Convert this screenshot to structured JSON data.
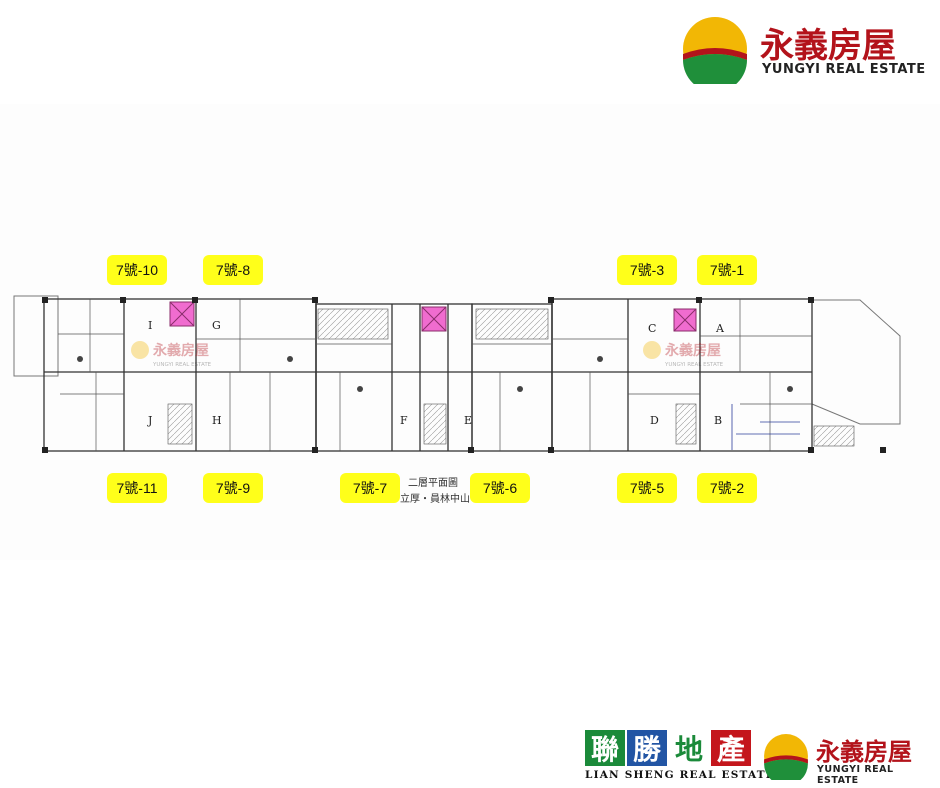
{
  "brand": {
    "name": "永義房屋",
    "name_en": "YUNGYI REAL ESTATE",
    "colors": {
      "red": "#b3131b",
      "yellow": "#f2b705",
      "green": "#1f8f3a"
    }
  },
  "partner": {
    "chars": [
      "聯",
      "勝",
      "地",
      "產"
    ],
    "name_en": "LIAN SHENG REAL ESTATE",
    "colors": [
      "#1b8a3a",
      "#2255a4",
      "#1b8a3a",
      "#c4161c"
    ]
  },
  "plan": {
    "title": "二層平面圖",
    "subtitle": "立厚・員林中山",
    "top_labels": [
      "7號-10",
      "7號-8",
      "7號-3",
      "7號-1"
    ],
    "bottom_labels": [
      "7號-11",
      "7號-9",
      "7號-7",
      "7號-6",
      "7號-5",
      "7號-2"
    ],
    "room_letters": [
      "I",
      "G",
      "C",
      "A",
      "J",
      "H",
      "F",
      "E",
      "D",
      "B"
    ],
    "watermark": "永義房屋",
    "watermark_en": "YUNGYI REAL ESTATE"
  }
}
